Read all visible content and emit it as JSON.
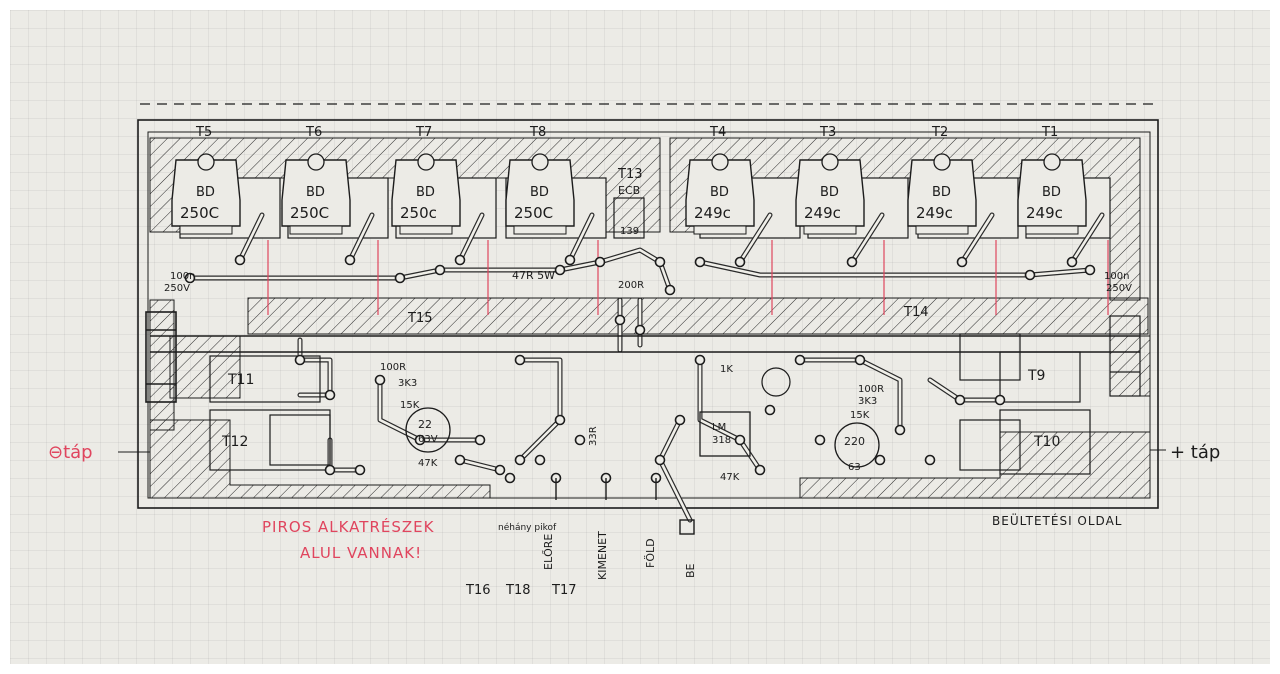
{
  "transistor_row": {
    "left": [
      {
        "ref": "T5",
        "part_top": "BD",
        "part_bottom": "250C"
      },
      {
        "ref": "T6",
        "part_top": "BD",
        "part_bottom": "250C"
      },
      {
        "ref": "T7",
        "part_top": "BD",
        "part_bottom": "250c"
      },
      {
        "ref": "T8",
        "part_top": "BD",
        "part_bottom": "250C"
      }
    ],
    "right": [
      {
        "ref": "T4",
        "part_top": "BD",
        "part_bottom": "249c"
      },
      {
        "ref": "T3",
        "part_top": "BD",
        "part_bottom": "249c"
      },
      {
        "ref": "T2",
        "part_top": "BD",
        "part_bottom": "249c"
      },
      {
        "ref": "T1",
        "part_top": "BD",
        "part_bottom": "249c"
      }
    ]
  },
  "t13": {
    "ref": "T13",
    "pins": "ECB",
    "value": "139"
  },
  "labels": {
    "resistor_47r": "47R 5W",
    "cap_left": "100n",
    "cap_left_v": "250V",
    "cap_right": "100n",
    "cap_right_v": "250V",
    "r_200": "200R",
    "t15": "T15",
    "t14": "T14",
    "t11": "T11",
    "t12": "T12",
    "t9": "T9",
    "t10": "T10",
    "cap_22": "22",
    "cap_22_v": "63V",
    "cap_220": "220",
    "cap_220_v": "63",
    "lm": "LM",
    "lm_num": "318",
    "r_100r": "100R",
    "r_15k": "15K",
    "r_3k3": "3K3",
    "r_1k": "1K",
    "r_47k": "47K",
    "r_33r": "33R"
  },
  "minus_supply": "⊖táp",
  "plus_supply": "+ táp",
  "side_caption": "BEÜLTETÉSI OLDAL",
  "red_note_line1": "PIROS ALKATRÉSZEK",
  "red_note_line2": "ALUL VANNAK!",
  "bottom_connectors": [
    {
      "id": "nehany-pikof",
      "label": "néhány pikof"
    },
    {
      "id": "elore",
      "label": "ELŐRE"
    },
    {
      "id": "kimenet",
      "label": "KIMENET"
    },
    {
      "id": "fold",
      "label": "FÖLD"
    },
    {
      "id": "be",
      "label": "BE"
    }
  ],
  "bottom_refs": [
    "T16",
    "T18",
    "T17"
  ],
  "colors": {
    "ink": "#1c1c1c",
    "red": "#e0455e",
    "paper": "#ecebe6"
  }
}
